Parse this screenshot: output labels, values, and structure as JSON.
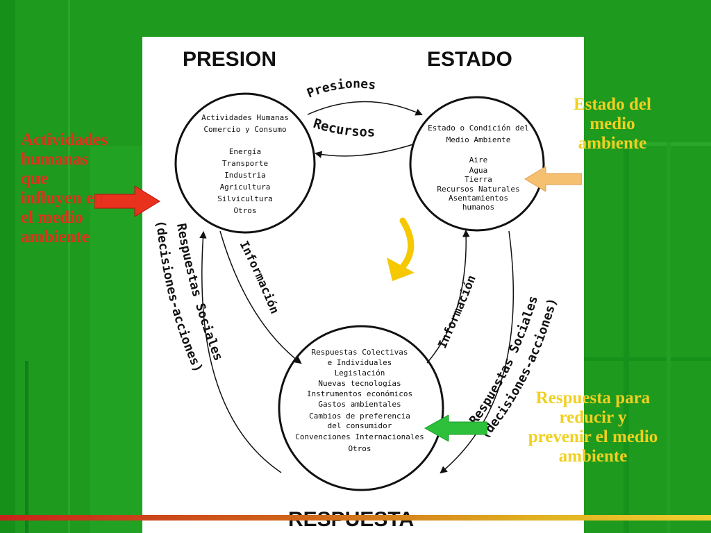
{
  "diagram": {
    "heading_pressure": "PRESION",
    "heading_state": "ESTADO",
    "heading_response": "RESPUESTA",
    "pressure_circle": {
      "lines": [
        "Actividades Humanas",
        "Comercio y Consumo",
        "Energía",
        "Transporte",
        "Industria",
        "Agricultura",
        "Silvicultura",
        "Otros"
      ]
    },
    "state_circle": {
      "lines": [
        "Estado o Condición del",
        "Medio Ambiente",
        "Aire",
        "Agua",
        "Tierra",
        "Recursos Naturales",
        "Asentamientos",
        "humanos"
      ]
    },
    "response_circle": {
      "lines": [
        "Respuestas Colectivas",
        "e Individuales",
        "Legislación",
        "Nuevas tecnologías",
        "Instrumentos económicos",
        "Gastos ambientales",
        "Cambios de preferencia",
        "del consumidor",
        "Convenciones Internacionales",
        "Otros"
      ]
    },
    "arrow_pressures": "Presiones",
    "arrow_resources": "Recursos",
    "arrow_info_left": "Información",
    "arrow_info_right": "Información",
    "social_left_1": "Respuestas Sociales",
    "social_left_2": "(decisiones-acciones)",
    "social_right_1": "Respuestas Sociales",
    "social_right_2": "(decisiones-acciones)"
  },
  "annotations": {
    "pressure_label": "Actividades\nhumanas\nque\n influyen en\nel medio\nambiente",
    "state_label": "Estado del\nmedio\nambiente",
    "response_label": "Respuesta para\nreducir y\nprevenir el medio\nambiente"
  },
  "colors": {
    "background": "#1e9a1e",
    "pressure_label": "#e0301e",
    "state_label": "#f0d020",
    "response_label": "#f0d020",
    "pressure_arrow": "#e8321e",
    "state_arrow": "#f5c070",
    "response_arrow": "#2ec03a",
    "cycle_arrow": "#f5c800"
  }
}
